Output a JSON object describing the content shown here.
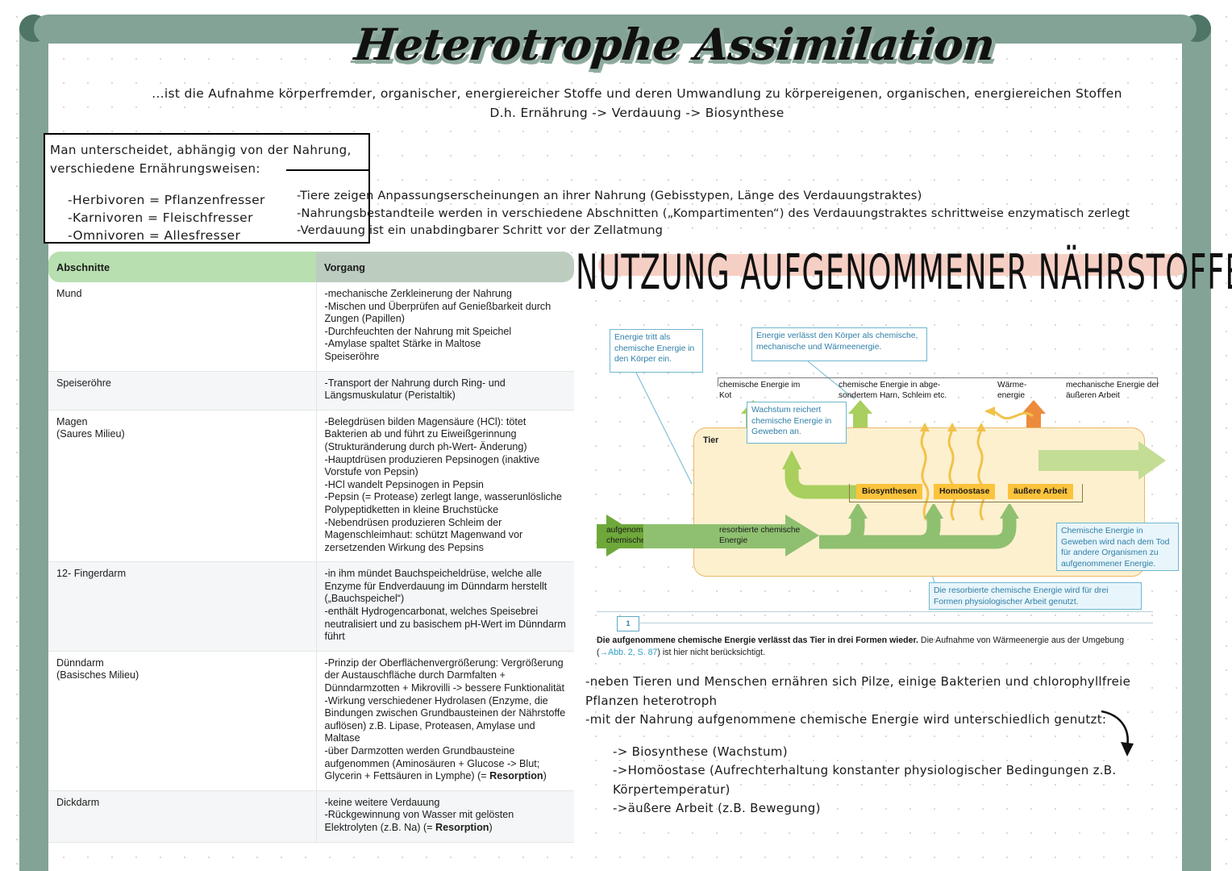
{
  "title": "Heterotrophe Assimilation",
  "subtitle": {
    "line1": "...ist die Aufnahme körperfremder, organischer, energiereicher Stoffe und deren Umwandlung zu körpereigenen, organischen, energiereichen Stoffen",
    "line2": "D.h. Ernährung -> Verdauung -> Biosynthese"
  },
  "ernaehrung_box": {
    "heading_line1": "Man unterscheidet, abhängig von der Nahrung,",
    "heading_line2": "verschiedene Ernährungsweisen:",
    "items": [
      "-Herbivoren = Pflanzenfresser",
      "-Karnivoren = Fleischfresser",
      "-Omnivoren = Allesfresser"
    ]
  },
  "top_bullets": [
    "-Tiere zeigen Anpassungserscheinungen an ihrer Nahrung (Gebisstypen, Länge des Verdauungstraktes)",
    "-Nahrungsbestandteile werden in verschiedene Abschnitten („Kompartimenten“) des Verdauungstraktes schrittweise enzymatisch zerlegt",
    "-Verdauung ist ein unabdingbarer Schritt vor der Zellatmung"
  ],
  "table": {
    "headers": [
      "Abschnitte",
      "Vorgang"
    ],
    "rows": [
      {
        "abschnitt": "Mund",
        "abschnitt_sub": "",
        "vorgang": "-mechanische Zerkleinerung der Nahrung\n-Mischen und Überprüfen auf Genießbarkeit durch Zungen (Papillen)\n-Durchfeuchten der Nahrung mit Speichel\n-Amylase spaltet Stärke in Maltose\nSpeiseröhre"
      },
      {
        "abschnitt": "Speiseröhre",
        "abschnitt_sub": "",
        "vorgang": "-Transport der Nahrung durch Ring- und Längsmuskulatur (Peristaltik)"
      },
      {
        "abschnitt": "Magen",
        "abschnitt_sub": "(Saures Milieu)",
        "vorgang": "-Belegdrüsen bilden Magensäure (HCl): tötet Bakterien ab und führt zu Eiweißgerinnung (Strukturänderung durch ph-Wert- Änderung)\n-Hauptdrüsen produzieren Pepsinogen (inaktive Vorstufe von Pepsin)\n-HCl wandelt Pepsinogen in Pepsin\n-Pepsin (= Protease) zerlegt lange, wasserunlösliche Polypeptidketten in kleine Bruchstücke\n-Nebendrüsen produzieren Schleim der Magenschleimhaut: schützt Magenwand vor zersetzenden Wirkung des Pepsins"
      },
      {
        "abschnitt": "12- Fingerdarm",
        "abschnitt_sub": "",
        "vorgang": "-in ihm mündet Bauchspeicheldrüse, welche alle Enzyme für Endverdauung im Dünndarm herstellt („Bauchspeichel“)\n-enthält Hydrogencarbonat, welches Speisebrei neutralisiert und zu basischem pH-Wert im Dünndarm führt"
      },
      {
        "abschnitt": "Dünndarm",
        "abschnitt_sub": "(Basisches Milieu)",
        "vorgang": "-Prinzip der Oberflächenvergrößerung: Vergrößerung der Austauschfläche durch Darmfalten + Dünndarmzotten + Mikrovilli -> bessere Funktionalität\n-Wirkung verschiedener Hydrolasen (Enzyme, die Bindungen zwischen Grundbausteinen der Nährstoffe auflösen) z.B. Lipase, Proteasen, Amylase und Maltase\n-über Darmzotten werden Grundbausteine aufgenommen (Aminosäuren + Glucose -> Blut; Glycerin + Fettsäuren in Lymphe) (= ",
        "vorgang_bold": "Resorption",
        "vorgang_tail": ")"
      },
      {
        "abschnitt": "Dickdarm",
        "abschnitt_sub": "",
        "vorgang": "-keine weitere Verdauung\n-Rückgewinnung von Wasser mit gelösten Elektrolyten (z.B. Na) (= ",
        "vorgang_bold": "Resorption",
        "vorgang_tail": ")"
      }
    ]
  },
  "nutzung_heading": "NUTZUNG AUFGENOMMENER NÄHRSTOFFE",
  "diagram": {
    "callouts": {
      "energie_tritt": "Energie tritt als chemische Energie in den Körper ein.",
      "energie_verlaesst": "Energie verlässt den Körper als chemische, mechanische und Wärmeenergie.",
      "wachstum": "Wachstum reichert chemische Energie in Geweben an.",
      "chem_gewebe": "Chemische Energie in Geweben wird nach dem Tod für andere Organismen zu aufgenommener Energie.",
      "resorbierte_genutzt": "Die resorbierte chemische Energie wird für drei Formen physiologischer Arbeit genutzt."
    },
    "top_labels": [
      "chemische Energie im Kot",
      "chemische Energie in abge- sondertem Harn, Schleim etc.",
      "Wärme- energie",
      "mechanische Energie der äußeren Arbeit"
    ],
    "animal_label": "Tier",
    "work_boxes": [
      "Biosynthesen",
      "Homöostase",
      "äußere Arbeit"
    ],
    "flow_arrows": [
      "aufgenommene chemische Energie",
      "resorbierte chemische Energie"
    ],
    "figure_number": "1",
    "caption_bold": "Die aufgenommene chemische Energie verlässt das Tier in drei Formen wieder.",
    "caption_rest": " Die Aufnahme von Wärmeenergie aus der Umgebung (",
    "caption_ref": "→Abb. 2, S. 87",
    "caption_end": ") ist hier nicht berücksichtigt."
  },
  "bottom_notes": {
    "line1": "-neben Tieren und Menschen ernähren sich Pilze, einige Bakterien und chlorophyllfreie",
    "line2": "Pflanzen heterotroph",
    "line3": "-mit der Nahrung aufgenommene chemische Energie wird unterschiedlich genutzt:",
    "item1": "-> Biosynthese (Wachstum)",
    "item2": "->Homöostase (Aufrechterhaltung konstanter physiologischer Bedingungen z.B.",
    "item2b": "Körpertemperatur)",
    "item3": "->äußere Arbeit (z.B. Bewegung)"
  },
  "colors": {
    "frame": "#83a396",
    "frame_cap": "#4e7566",
    "header_green": "#b8dfb0",
    "header_gray_green": "#bccdc0",
    "highlight_pink": "#f6cfc4",
    "callout_blue": "#2f7fa8",
    "animal_yellow": "#fdf0cf",
    "box_yellow": "#fcc33c",
    "arrow_green": "#8fc070",
    "arrow_light_green": "#a9cf5e",
    "arrow_orange": "#ec8b3c"
  }
}
